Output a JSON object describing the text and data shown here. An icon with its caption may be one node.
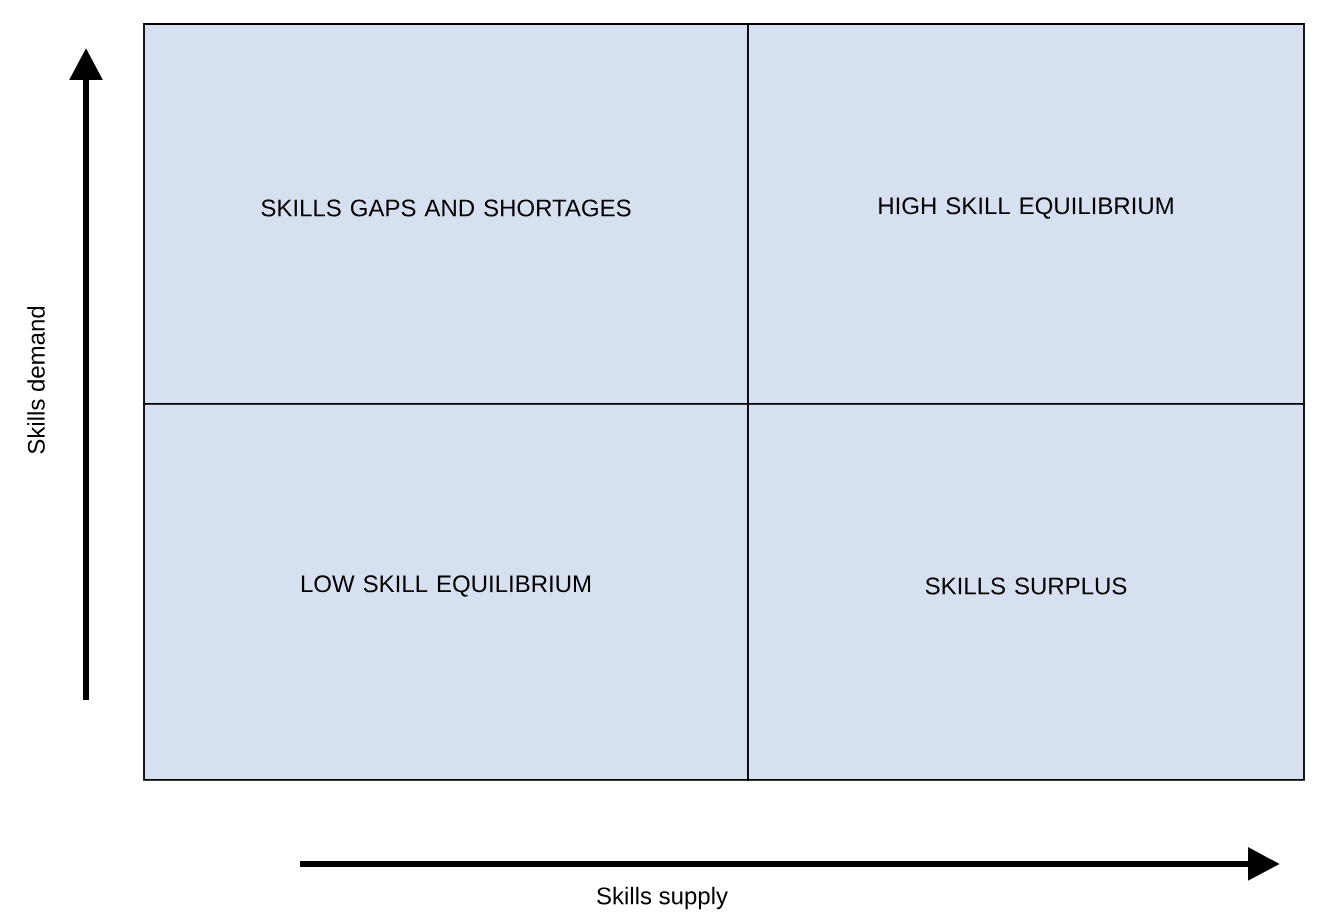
{
  "diagram": {
    "nodes": [
      {
        "text": [
          "SKILLS GAPS AND SHORTAGES"
        ]
      },
      {
        "text": [
          "HIGH SKILL EQUILIBRIUM"
        ]
      },
      {
        "text": [
          "LOW SKILL EQUILIBRIUM"
        ]
      },
      {
        "text": [
          "SKILLS SURPLUS"
        ]
      }
    ],
    "labels": [
      "Skills demand",
      "Skills supply"
    ]
  }
}
